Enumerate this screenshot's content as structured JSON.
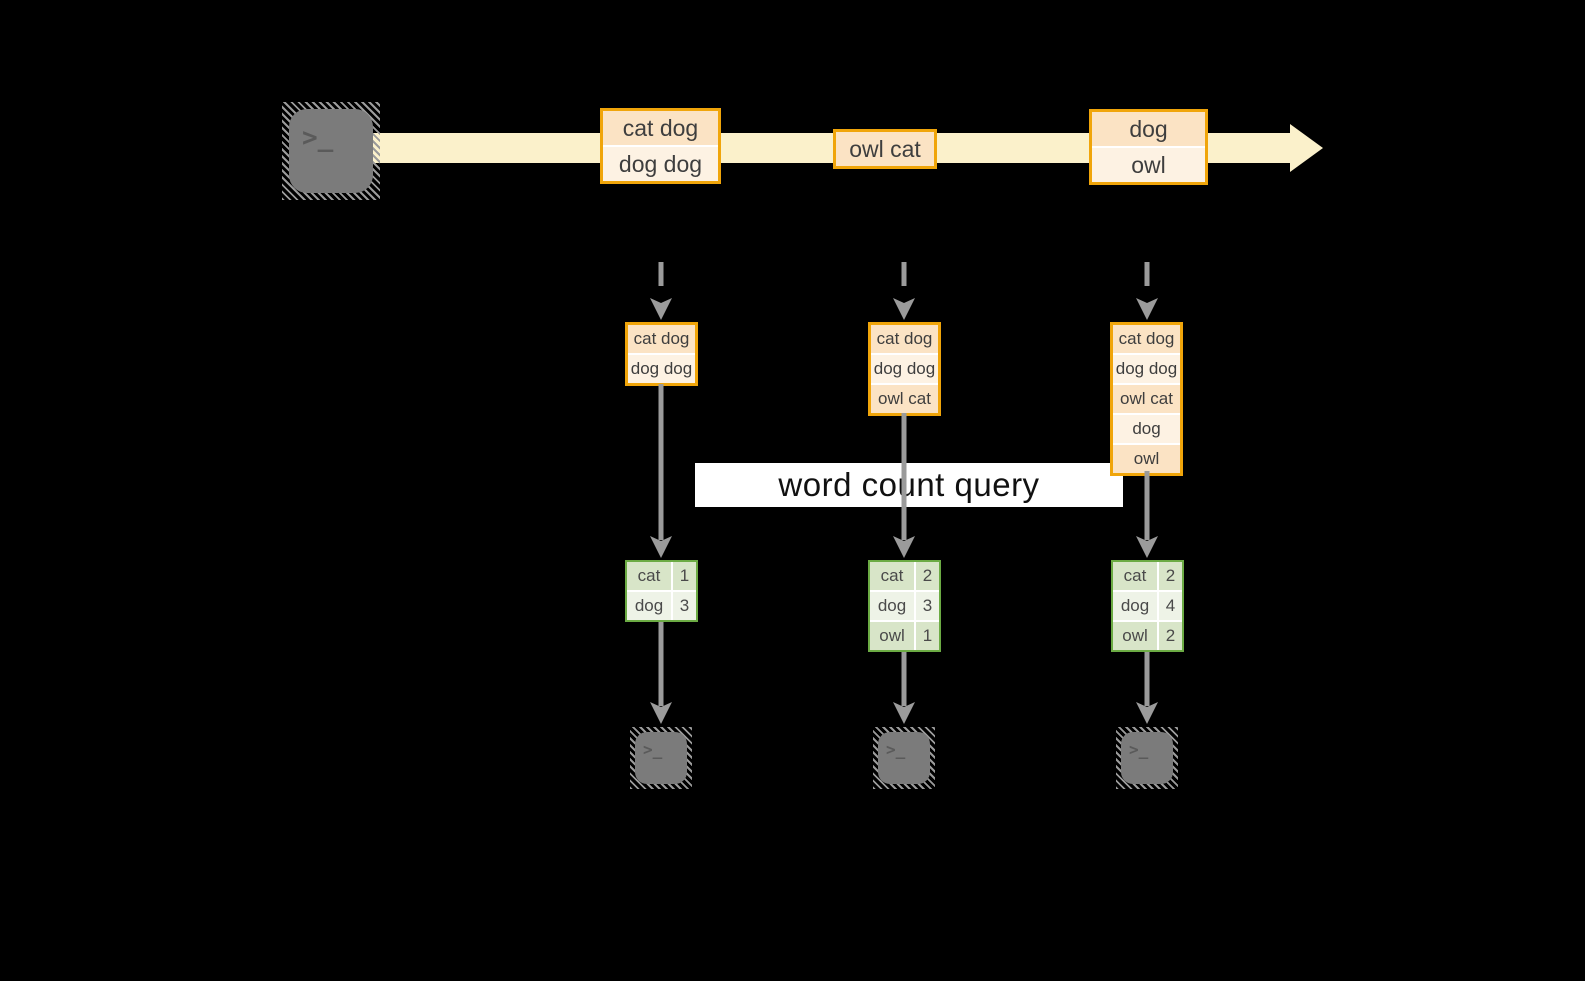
{
  "diagram": {
    "query_label": "word count query",
    "terminal_glyph": ">_",
    "stream": {
      "events": [
        {
          "lines": [
            "cat dog",
            "dog dog"
          ]
        },
        {
          "lines": [
            "owl cat"
          ]
        },
        {
          "lines": [
            "dog",
            "owl"
          ]
        }
      ]
    },
    "columns": [
      {
        "records": [
          "cat dog",
          "dog dog"
        ],
        "counts": [
          {
            "word": "cat",
            "value": "1"
          },
          {
            "word": "dog",
            "value": "3"
          }
        ]
      },
      {
        "records": [
          "cat dog",
          "dog dog",
          "owl cat"
        ],
        "counts": [
          {
            "word": "cat",
            "value": "2"
          },
          {
            "word": "dog",
            "value": "3"
          },
          {
            "word": "owl",
            "value": "1"
          }
        ]
      },
      {
        "records": [
          "cat dog",
          "dog dog",
          "owl cat",
          "dog",
          "owl"
        ],
        "counts": [
          {
            "word": "cat",
            "value": "2"
          },
          {
            "word": "dog",
            "value": "4"
          },
          {
            "word": "owl",
            "value": "2"
          }
        ]
      }
    ]
  },
  "colors": {
    "background": "#000000",
    "stream_band": "#fbf1cb",
    "orange_border": "#f0a50a",
    "orange_row_dark": "#fbe3c4",
    "orange_row_light": "#fdf2e3",
    "green_border": "#6cab44",
    "green_row_dark": "#d8e5c8",
    "green_row_light": "#eef3e7",
    "arrow_gray": "#9b9b9b",
    "terminal_gray": "#7b7b7b",
    "query_background": "#ffffff",
    "box_text": "#3e3e3e"
  }
}
